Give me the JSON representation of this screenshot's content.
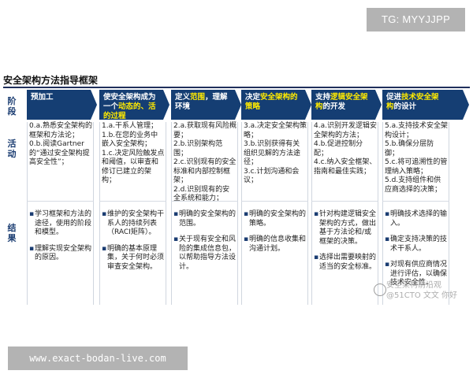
{
  "overlay": {
    "tg": "TG: MYYJJPP",
    "url": "www.exact-bodan-live.com"
  },
  "title": "安全架构方法指导框架",
  "row_labels": {
    "phase": "阶段",
    "activity": "活动",
    "result": "结果"
  },
  "columns": [
    {
      "head_pre": "预加工",
      "head_hl": "",
      "head_post": "",
      "activities": [
        "0.a.熟悉安全架构的框架和方法论；",
        "0.b.阅读Gartner的“通过安全架构提高安全性”；"
      ],
      "results": [
        "学习框架和方法的途径，使用的阶段和模型。",
        "理解实现安全架构的原因。"
      ]
    },
    {
      "head_pre": "使安全架构成为一个",
      "head_hl": "动态的、活的过程",
      "head_post": "",
      "activities": [
        "1.a.干系人管理；",
        "1.b.在您的业务中嵌入安全架构；",
        "1.c.决定风险触发点和阈值，以审查和修订已建立的架构；"
      ],
      "results": [
        "维护的安全架构干系人的持续列表（RACI矩阵）。",
        "明确的基本原理集，关于何时必须审查安全架构。"
      ]
    },
    {
      "head_pre": "定义",
      "head_hl": "范围",
      "head_post": "，理解环境",
      "activities": [
        "2.a.获取现有风险概要；",
        "2.b.识别架构范围；",
        "2.c.识别现有的安全标准和内部控制框架；",
        "2.d.识别现有的安全系统和能力；"
      ],
      "results": [
        "明确的安全架构的范围。",
        "关于现有安全和风险的集成信息包，以帮助指导方法设计。"
      ]
    },
    {
      "head_pre": "决定",
      "head_hl": "安全架构的策略",
      "head_post": "",
      "activities": [
        "3.a.决定安全架构策略；",
        "3.b.识别获得有关组织见解的方法途径；",
        "3.c.计划沟通和会议；"
      ],
      "results": [
        "明确的安全架构的策略。",
        "明确的信息收集和沟通计划。"
      ]
    },
    {
      "head_pre": "支持",
      "head_hl": "逻辑安全架构",
      "head_post": "的开发",
      "activities": [
        "4.a.识别开发逻辑安全架构的方法；",
        "4.b.促进控制分配；",
        "4.c.纳入安全框架、指南和最佳实践；"
      ],
      "results": [
        "针对构建逻辑安全架构的方式，做出基于方法论和/或框架的决策。",
        "选择出需要映射的适当的安全标准。"
      ]
    },
    {
      "head_pre": "促进",
      "head_hl": "技术安全架构",
      "head_post": "的设计",
      "activities": [
        "5.a.支持技术安全架构设计；",
        "5.b.确保分层防御；",
        "5.c.将可追溯性的管理纳入策略；",
        "5.d.支持组件和供应商选择的决策；"
      ],
      "results": [
        "明确技术选择的输入。",
        "确定支持决策的技术干系人。",
        "对现有供应商情况进行评估，以确保技术安全性。"
      ]
    }
  ],
  "watermark": {
    "line1": "安全架构前沿观",
    "line2": "@51CTO 文文 你好"
  }
}
